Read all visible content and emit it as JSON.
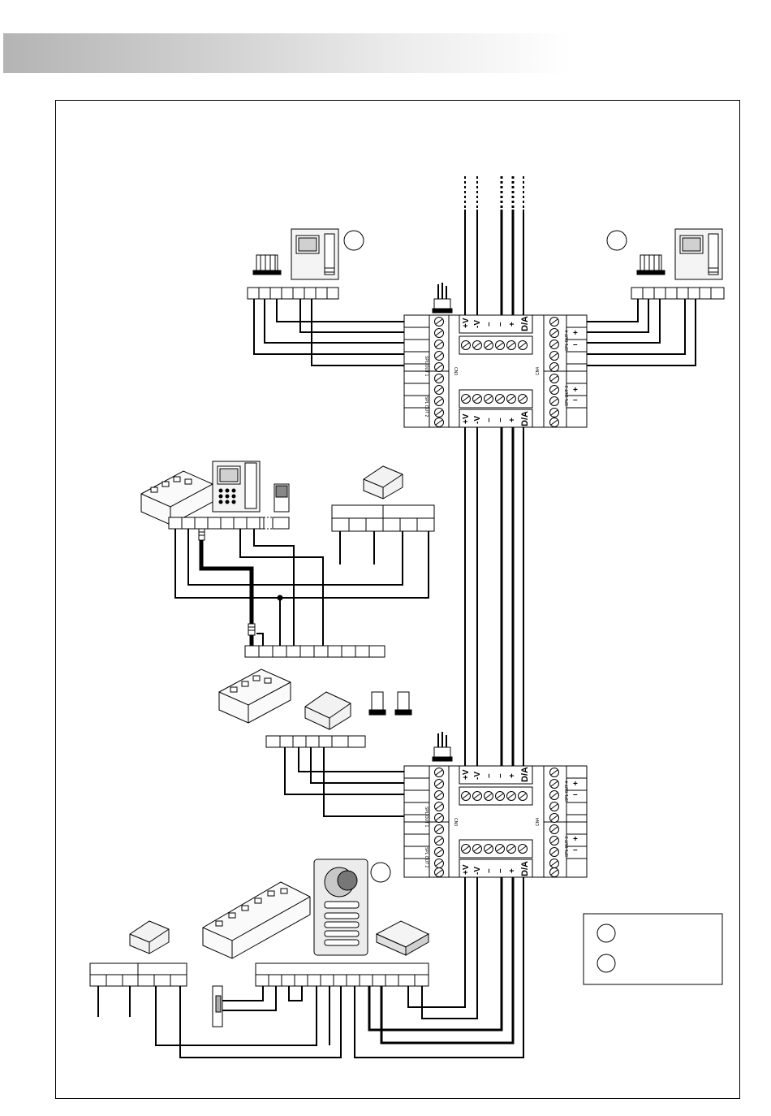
{
  "header": {
    "band_color": "#c8c8c8"
  },
  "modules": {
    "upper": {
      "top_terminals": [
        "+V",
        "-V",
        "–",
        "–",
        "+",
        "D/A"
      ],
      "bottom_terminals": [
        "+V",
        "-V",
        "–",
        "–",
        "+",
        "D/A"
      ],
      "left_label": "CN3",
      "right_label": "CN4",
      "out1": "SPL OUT 1",
      "out2": "SPL OUT 2",
      "out3": "SPL OUT 3",
      "out4": "SPL OUT 4",
      "right_plus": "+",
      "right_minus": "–"
    },
    "lower": {
      "top_terminals": [
        "+V",
        "-V",
        "–",
        "–",
        "+",
        "D/A"
      ],
      "bottom_terminals": [
        "+V",
        "-V",
        "–",
        "–",
        "+",
        "D/A"
      ],
      "left_label": "CN3",
      "right_label": "CN4",
      "out1": "SPL OUT 1",
      "out2": "SPL OUT 2",
      "out3": "SPL OUT 3",
      "out4": "SPL OUT 4",
      "right_plus": "+",
      "right_minus": "–"
    }
  },
  "legend": {
    "items": [
      "",
      ""
    ]
  }
}
